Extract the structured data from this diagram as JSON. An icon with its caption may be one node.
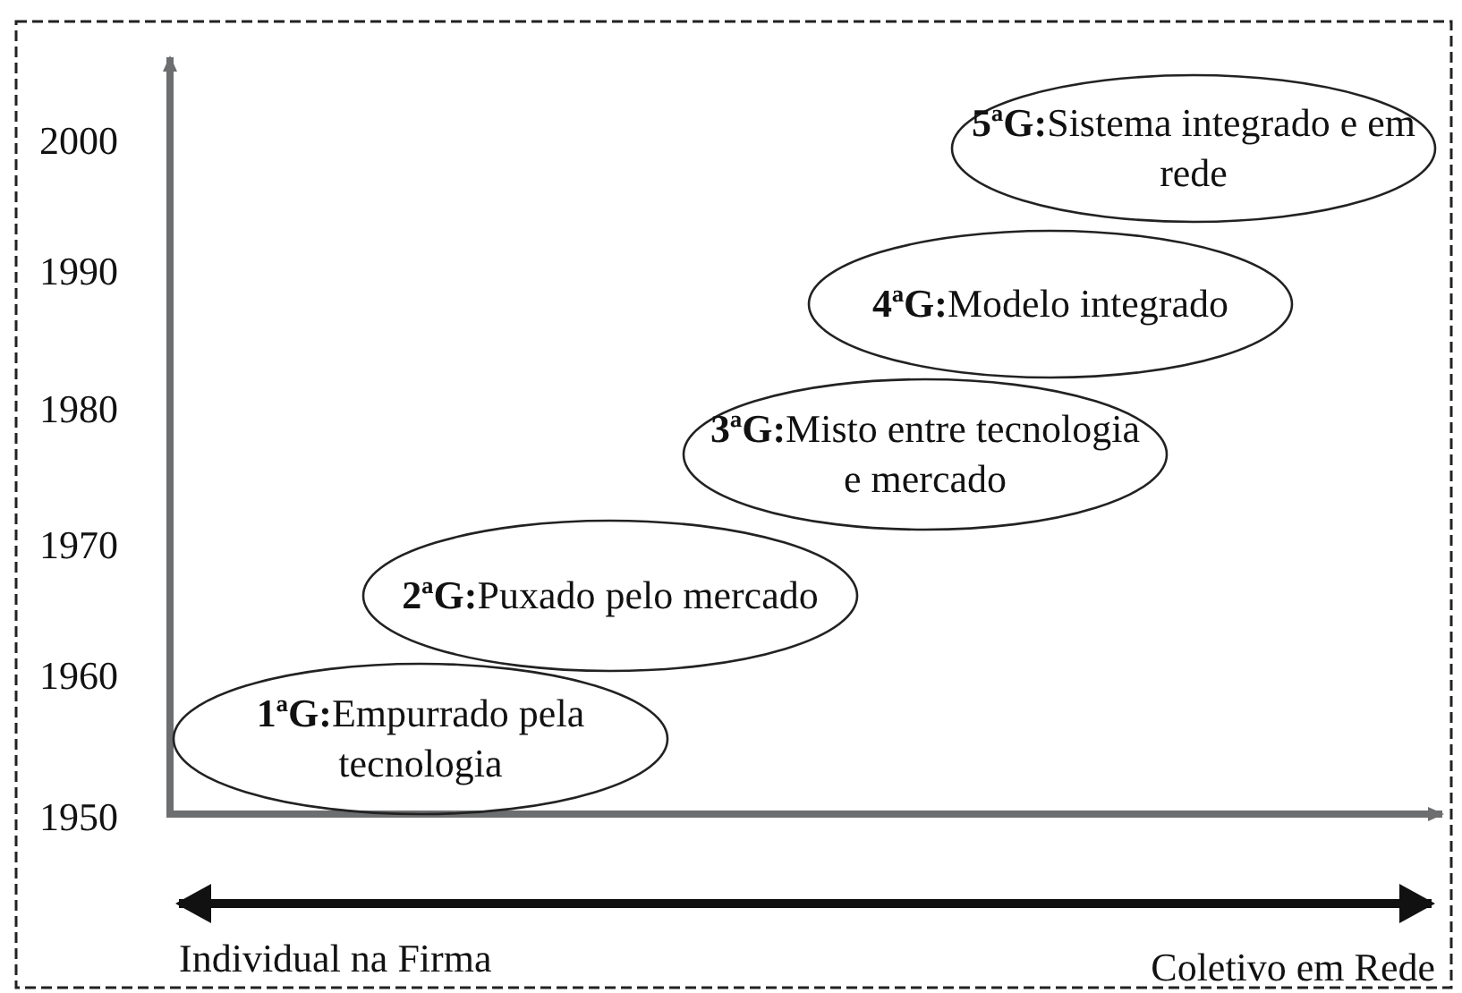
{
  "diagram": {
    "nodes": [
      {
        "text": [
          "**1ªG:**Empurrado pela tecnologia"
        ]
      },
      {
        "text": [
          "**2ªG:**Puxado pelo mercado"
        ]
      },
      {
        "text": [
          "**3ªG:**Misto entre tecnologia e mercado"
        ]
      },
      {
        "text": [
          "**4ªG:**Modelo integrado"
        ]
      },
      {
        "text": [
          "**5ªG:**Sistema integrado e em rede"
        ]
      }
    ],
    "edges": [],
    "labels": [
      "2000",
      "1990",
      "1980",
      "1970",
      "1960",
      "1950",
      "Individual na Firma",
      "Coletivo em Rede"
    ]
  }
}
